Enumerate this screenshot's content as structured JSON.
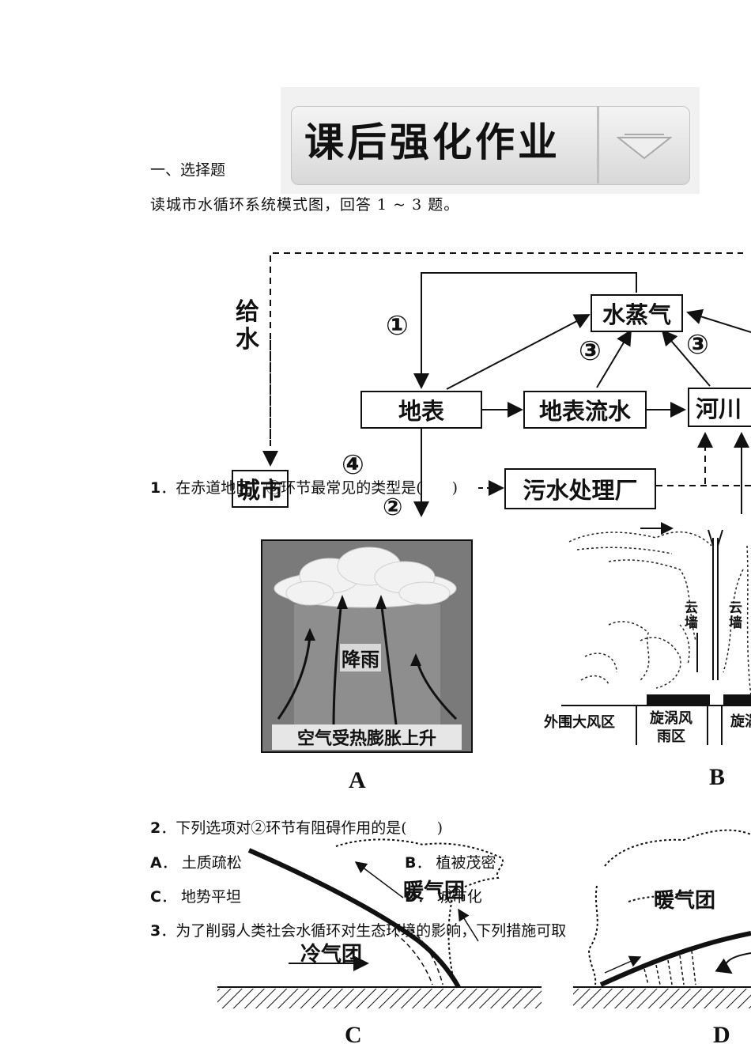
{
  "banner": {
    "title": "课后强化作业"
  },
  "section": {
    "heading": "一、选择题"
  },
  "intro": "读城市水循环系统模式图，回答 1 ~ 3 题。",
  "diagram": {
    "nodes": {
      "vapor": "水蒸气",
      "surface": "地表",
      "runoff": "地表流水",
      "river": "河川",
      "city": "城市",
      "plant": "污水处理厂"
    },
    "supply": "给水",
    "markers": {
      "m1": "①",
      "m2": "②",
      "m3a": "③",
      "m3b": "③",
      "m4": "④"
    }
  },
  "q1": {
    "num": "1",
    "text": "在赤道地区，③环节最常见的类型是(　　)"
  },
  "q2": {
    "num": "2",
    "text": "下列选项对②环节有阻碍作用的是(　　)"
  },
  "options": {
    "A": {
      "letter": "A",
      "text": "土质疏松"
    },
    "B": {
      "letter": "B",
      "text": "植被茂密"
    },
    "C": {
      "letter": "C",
      "text": "地势平坦"
    },
    "D": {
      "letter": "D",
      "text": "城市化"
    }
  },
  "q3": {
    "num": "3",
    "text": "为了削弱人类社会水循环对生态环境的影响，下列措施可取"
  },
  "figA": {
    "letter": "A",
    "rain": "降雨",
    "caption": "空气受热膨胀上升"
  },
  "figB": {
    "letter": "B",
    "wall1": "云墙",
    "wall2": "云墙",
    "outer": "外围大风区",
    "vortex1": "旋涡风雨区",
    "vortex2": "旋涡"
  },
  "figC": {
    "letter": "C",
    "warm": "暖气团",
    "cold": "冷气团"
  },
  "figD": {
    "letter": "D",
    "warm": "暖气团"
  }
}
